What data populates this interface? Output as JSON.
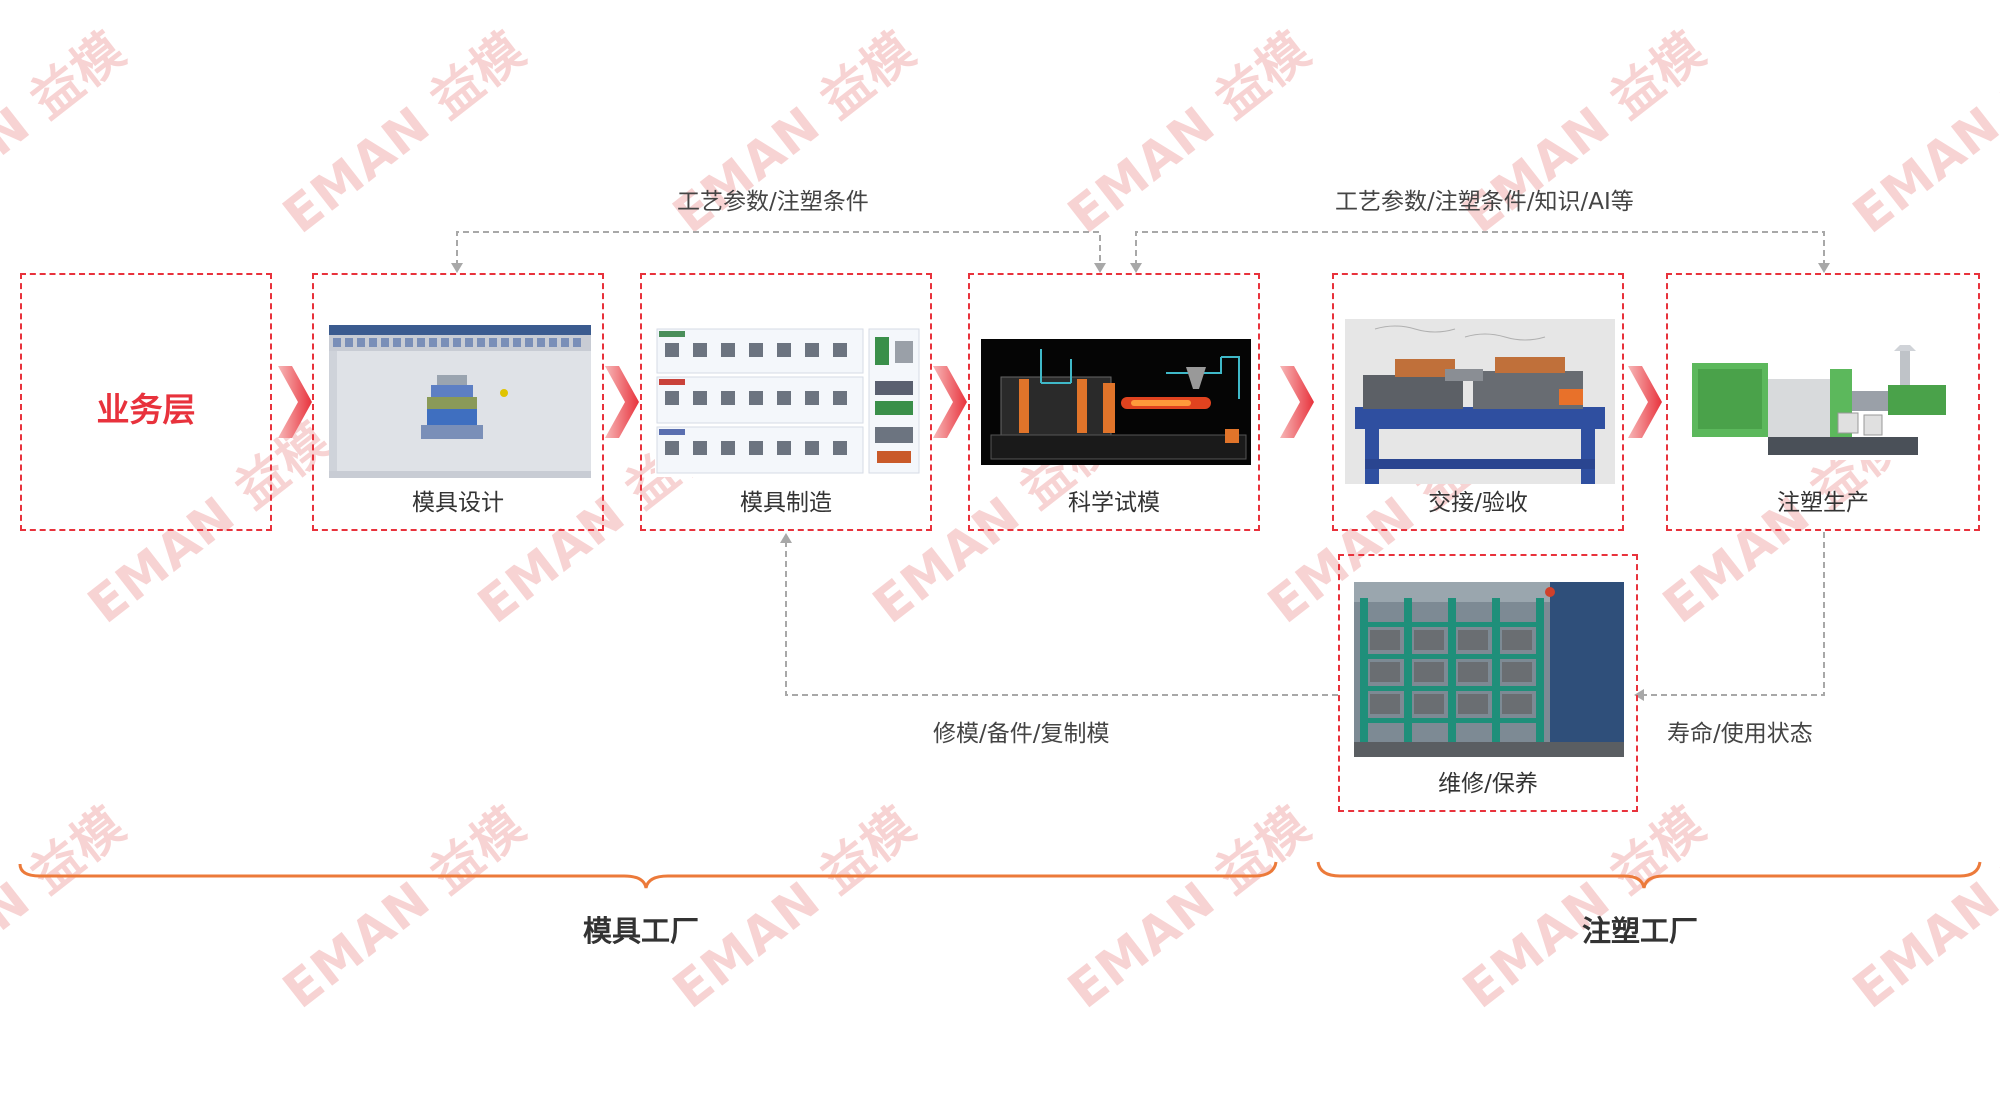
{
  "watermark": {
    "text": "EMAN 益模"
  },
  "business_layer": {
    "label": "业务层"
  },
  "stages": {
    "mold_design": "模具设计",
    "mold_manufacturing": "模具制造",
    "scientific_trial": "科学试模",
    "handover": "交接/验收",
    "injection_production": "注塑生产",
    "maintenance": "维修/保养"
  },
  "flows": {
    "top_left": "工艺参数/注塑条件",
    "top_right": "工艺参数/注塑条件/知识/AI等",
    "bottom_middle": "修模/备件/复制模",
    "bottom_right": "寿命/使用状态"
  },
  "factories": {
    "mold_factory": "模具工厂",
    "injection_factory": "注塑工厂"
  },
  "colors": {
    "accent": "#e8323c",
    "brace": "#ec7a3a",
    "flow_line": "#a8a8a8",
    "watermark": "#f7d3d3"
  }
}
